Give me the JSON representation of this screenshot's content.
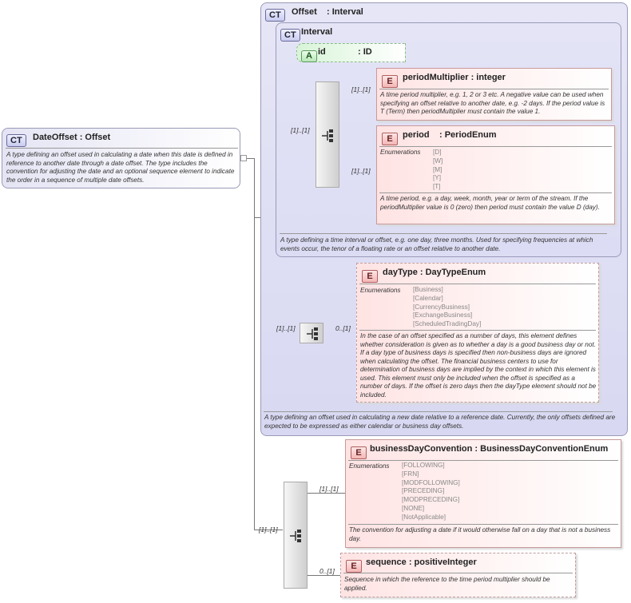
{
  "root": {
    "badge": "CT",
    "name": "DateOffset",
    "type": ": Offset",
    "doc": "A type defining an offset used in calculating a date when this date is defined in reference to another date through a date offset. The type includes the convention for adjusting the date and an optional sequence element to indicate the order in a sequence of multiple date offsets."
  },
  "offset": {
    "badge": "CT",
    "name": "Offset",
    "type": ": Interval",
    "doc": "A type defining an offset used in calculating a new date relative to a reference date. Currently, the only offsets defined are expected to be expressed as either calendar or business day offsets."
  },
  "interval": {
    "badge": "CT",
    "name": "Interval",
    "doc": "A type defining a time interval or offset, e.g. one day, three months. Used for specifying frequencies at which events occur, the tenor of a floating rate or an offset relative to another date."
  },
  "id_attr": {
    "badge": "A",
    "name": "id",
    "type": ": ID"
  },
  "periodMultiplier": {
    "badge": "E",
    "name": "periodMultiplier",
    "type": ": integer",
    "card": "[1]..[1]",
    "doc": "A time period multiplier, e.g. 1, 2 or 3 etc. A negative value can be used when specifying an offset relative to another date, e.g. -2 days. If the period value is T (Term) then periodMultiplier must contain the value 1."
  },
  "period": {
    "badge": "E",
    "name": "period",
    "type": ": PeriodEnum",
    "card": "[1]..[1]",
    "enum_label": "Enumerations",
    "enums": [
      "[D]",
      "[W]",
      "[M]",
      "[Y]",
      "[T]"
    ],
    "doc": "A time period, e.g. a day, week, month, year or term of the stream. If the periodMultiplier value is 0 (zero) then period must contain the value D (day)."
  },
  "dayType": {
    "badge": "E",
    "name": "dayType",
    "type": ": DayTypeEnum",
    "card": "0..[1]",
    "enum_label": "Enumerations",
    "enums": [
      "[Business]",
      "[Calendar]",
      "[CurrencyBusiness]",
      "[ExchangeBusiness]",
      "[ScheduledTradingDay]"
    ],
    "doc": "In the case of an offset specified as a number of days, this element defines whether consideration is given as to whether a day is a good business day or not. If a day type of business days is specified then non-business days are ignored when calculating the offset. The financial business centers to use for determination of business days are implied by the context in which this element is used. This element must only be included when the offset is specified as a number of days. If the offset is zero days then the dayType element should not be included."
  },
  "bdc": {
    "badge": "E",
    "name": "businessDayConvention",
    "type": ": BusinessDayConventionEnum",
    "card": "[1]..[1]",
    "enum_label": "Enumerations",
    "enums": [
      "[FOLLOWING]",
      "[FRN]",
      "[MODFOLLOWING]",
      "[PRECEDING]",
      "[MODPRECEDING]",
      "[NONE]",
      "[NotApplicable]"
    ],
    "doc": "The convention for adjusting a date if it would otherwise fall on a day that is not a business day."
  },
  "sequence": {
    "badge": "E",
    "name": "sequence",
    "type": ": positiveInteger",
    "card": "0..[1]",
    "doc": "Sequence in which the reference to the time period multiplier should be applied."
  },
  "cards": {
    "interval_seq": "[1]..[1]",
    "daytype_seq": "[1]..[1]",
    "root_seq": "[1]..[1]"
  }
}
